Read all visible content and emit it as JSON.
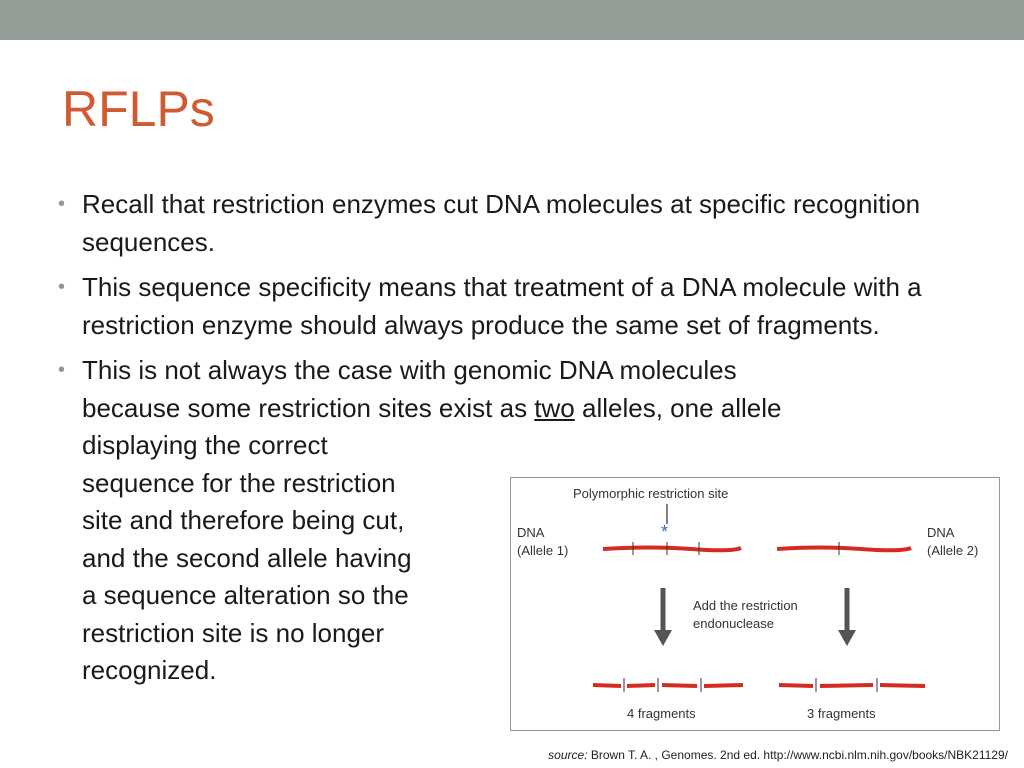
{
  "slide": {
    "title": "RFLPs",
    "bullet1": "Recall that restriction enzymes cut DNA molecules at specific recognition sequences.",
    "bullet2": "This sequence specificity means that treatment of a DNA molecule with a restriction enzyme should always produce the same set of fragments.",
    "bullet3": {
      "line1": "This is not always the case with genomic DNA molecules",
      "line2_before": "because some restriction sites exist as ",
      "line2_underlined": "two",
      "line2_after": " alleles, one allele",
      "rest_lines": [
        "displaying the correct",
        "sequence for the restriction",
        "site and therefore being cut,",
        "and the second allele having",
        "a sequence alteration so the",
        "restriction site is no longer",
        "recognized."
      ]
    }
  },
  "figure": {
    "polymorphic_label": "Polymorphic restriction site",
    "asterisk": "*",
    "left_dna_label": "DNA",
    "left_allele_label": "(Allele 1)",
    "right_dna_label": "DNA",
    "right_allele_label": "(Allele 2)",
    "enzyme_label_line1": "Add the restriction",
    "enzyme_label_line2": "endonuclease",
    "left_result": "4 fragments",
    "right_result": "3 fragments",
    "colors": {
      "dna": "#d42a22",
      "arrow": "#555555",
      "asterisk": "#3a6fb0"
    }
  },
  "source": {
    "label": "source:",
    "text": "Brown T. A. , Genomes. 2nd ed. http://www.ncbi.nlm.nih.gov/books/NBK21129/"
  }
}
